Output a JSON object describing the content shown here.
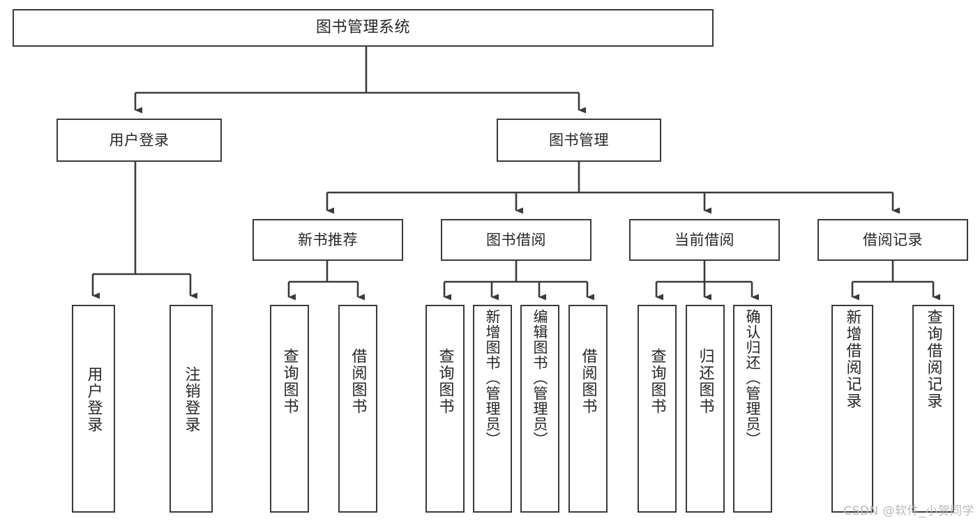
{
  "diagram": {
    "title": "图书管理系统",
    "type": "tree-hierarchy",
    "watermark": "CSDN @软件_小贺同学",
    "colors": {
      "stroke": "#3a3a3a",
      "fill": "#ffffff",
      "text": "#262626",
      "watermark": "#b9b9b9"
    },
    "levels": {
      "root": {
        "label": "图书管理系统"
      },
      "level2": [
        {
          "id": "user-login",
          "label": "用户登录"
        },
        {
          "id": "book-manage",
          "label": "图书管理"
        }
      ],
      "level3": [
        {
          "id": "new-book-recommend",
          "label": "新书推荐"
        },
        {
          "id": "book-borrow",
          "label": "图书借阅"
        },
        {
          "id": "current-borrow",
          "label": "当前借阅"
        },
        {
          "id": "borrow-record",
          "label": "借阅记录"
        }
      ],
      "leaves": [
        {
          "id": "leaf-user-login",
          "label": "用户登录",
          "parent": "user-login"
        },
        {
          "id": "leaf-logout-login",
          "label": "注销登录",
          "parent": "user-login"
        },
        {
          "id": "leaf-query-book-1",
          "label": "查询图书",
          "parent": "new-book-recommend"
        },
        {
          "id": "leaf-borrow-book-1",
          "label": "借阅图书",
          "parent": "new-book-recommend"
        },
        {
          "id": "leaf-query-book-2",
          "label": "查询图书",
          "parent": "book-borrow"
        },
        {
          "id": "leaf-add-book",
          "label": "新增图书（管理员）",
          "parent": "book-borrow"
        },
        {
          "id": "leaf-edit-book",
          "label": "编辑图书（管理员）",
          "parent": "book-borrow"
        },
        {
          "id": "leaf-borrow-book-2",
          "label": "借阅图书",
          "parent": "book-borrow"
        },
        {
          "id": "leaf-query-book-3",
          "label": "查询图书",
          "parent": "current-borrow"
        },
        {
          "id": "leaf-return-book",
          "label": "归还图书",
          "parent": "current-borrow"
        },
        {
          "id": "leaf-confirm-return",
          "label": "确认归还（管理员）",
          "parent": "current-borrow"
        },
        {
          "id": "leaf-add-record",
          "label": "新增借阅记录",
          "parent": "borrow-record"
        },
        {
          "id": "leaf-query-record",
          "label": "查询借阅记录",
          "parent": "borrow-record"
        }
      ]
    }
  }
}
